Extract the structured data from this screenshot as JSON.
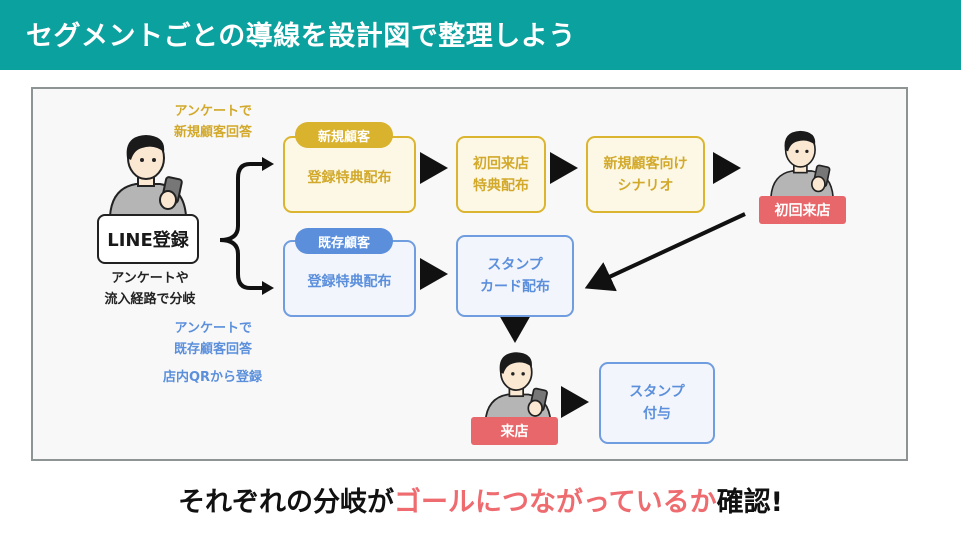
{
  "header": {
    "title": "セグメントごとの導線を設計図で整理しよう"
  },
  "colors": {
    "header_bg": "#0aa19f",
    "new_customer_gold": "#d9b22e",
    "existing_customer_blue": "#5b8fdc",
    "visit_tag_red": "#e8676a",
    "highlight_pink": "#ee6b6f"
  },
  "diagram": {
    "entry": {
      "label": "LINE登録",
      "caption_line1": "アンケートや",
      "caption_line2": "流入経路で分岐",
      "icon": "person-with-smartphone-icon"
    },
    "new_branch": {
      "note_line1": "アンケートで",
      "note_line2": "新規顧客回答",
      "segment_label": "新規顧客",
      "steps": [
        {
          "line1": "登録特典配布",
          "line2": ""
        },
        {
          "line1": "初回来店",
          "line2": "特典配布"
        },
        {
          "line1": "新規顧客向け",
          "line2": "シナリオ"
        }
      ],
      "goal_tag": "初回来店"
    },
    "existing_branch": {
      "note_line1": "アンケートで",
      "note_line2": "既存顧客回答",
      "note_line3": "店内QRから登録",
      "segment_label": "既存顧客",
      "steps": [
        {
          "line1": "登録特典配布",
          "line2": ""
        },
        {
          "line1": "スタンプ",
          "line2": "カード配布"
        }
      ],
      "visit_tag": "来店",
      "final_step": {
        "line1": "スタンプ",
        "line2": "付与"
      }
    }
  },
  "footer": {
    "message_pre": "それぞれの分岐が",
    "message_highlight": "ゴールにつながっているか",
    "message_post": "確認!"
  }
}
